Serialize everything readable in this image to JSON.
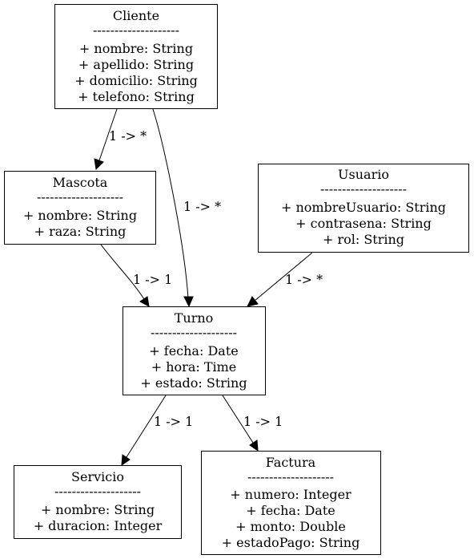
{
  "nodes": {
    "cliente": {
      "title": "Cliente",
      "separator": "--------------------",
      "attributes": [
        "+ nombre: String",
        "+ apellido: String",
        "+ domicilio: String",
        "+ telefono: String"
      ]
    },
    "mascota": {
      "title": "Mascota",
      "separator": "--------------------",
      "attributes": [
        "+ nombre: String",
        "+ raza: String"
      ]
    },
    "usuario": {
      "title": "Usuario",
      "separator": "--------------------",
      "attributes": [
        "+ nombreUsuario: String",
        "+ contrasena: String",
        "+ rol: String"
      ]
    },
    "turno": {
      "title": "Turno",
      "separator": "--------------------",
      "attributes": [
        "+ fecha: Date",
        "+ hora: Time",
        "+ estado: String"
      ]
    },
    "servicio": {
      "title": "Servicio",
      "separator": "--------------------",
      "attributes": [
        "+ nombre: String",
        "+ duracion: Integer"
      ]
    },
    "factura": {
      "title": "Factura",
      "separator": "--------------------",
      "attributes": [
        "+ numero: Integer",
        "+ fecha: Date",
        "+ monto: Double",
        "+ estadoPago: String"
      ]
    }
  },
  "edges": {
    "cliente_mascota": {
      "label": "1 -> *"
    },
    "cliente_turno": {
      "label": "1 -> *"
    },
    "mascota_turno": {
      "label": "1 -> 1"
    },
    "usuario_turno": {
      "label": "1 -> *"
    },
    "turno_servicio": {
      "label": "1 -> 1"
    },
    "turno_factura": {
      "label": "1 -> 1"
    }
  }
}
